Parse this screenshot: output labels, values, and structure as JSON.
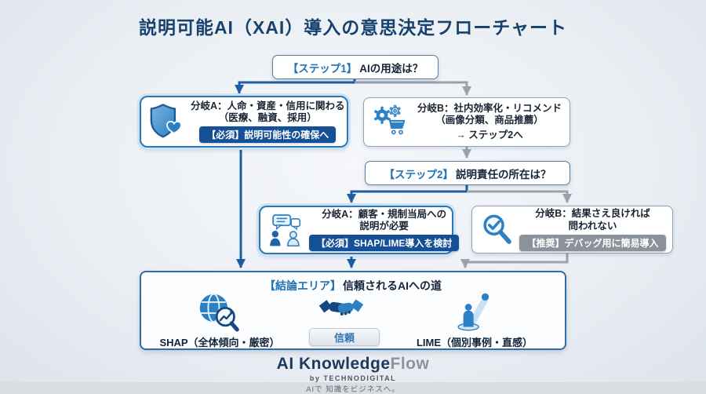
{
  "title": "説明可能AI（XAI）導入の意思決定フローチャート",
  "colors": {
    "title_navy": "#17426e",
    "accent_blue": "#2173b1",
    "badge_blue": "#155096",
    "badge_gray": "#8c929b",
    "box_border_blue": "#2979b8",
    "box_border_gray": "#93a2b2",
    "connector_blue": "#1e5d9e",
    "connector_gray": "#9aa3ad",
    "icon_blue": "#2e80c4",
    "icon_dark_blue": "#16477e"
  },
  "step1": {
    "tag": "【ステップ1】",
    "question": "AIの用途は？"
  },
  "branch_a1": {
    "line1": "分岐A：人命・資産・信用に関わる",
    "line2": "（医療、融資、採用）",
    "badge": "【必須】説明可能性の確保へ",
    "icon": "shield-heart-icon"
  },
  "branch_b1": {
    "line1": "分岐B：社内効率化・リコメンド",
    "line2": "（画像分類、商品推薦）",
    "line3": "→ ステップ2へ",
    "icon": "gears-cart-icon"
  },
  "step2": {
    "tag": "【ステップ2】",
    "question": "説明責任の所在は？"
  },
  "branch_a2": {
    "line1": "分岐A：顧客・規制当局への",
    "line2": "説明が必要",
    "badge": "【必須】SHAP/LIME導入を検討",
    "icon": "chat-people-icon"
  },
  "branch_b2": {
    "line1": "分岐B：結果さえ良ければ",
    "line2": "問われない",
    "badge": "【推奨】デバッグ用に簡易導入",
    "icon": "magnifier-check-icon"
  },
  "conclusion": {
    "tag": "【結論エリア】",
    "title": "信頼されるAIへの道",
    "shap_label": "SHAP（全体傾向・厳密）",
    "trust_label": "信頼",
    "lime_label": "LIME（個別事例・直感）",
    "shap_icon": "globe-search-icon",
    "trust_icon": "handshake-icon",
    "lime_icon": "person-spotlight-icon"
  },
  "footer": {
    "brand_primary": "AI Knowledge",
    "brand_secondary": "Flow",
    "byline": "by TECHNODIGITAL",
    "tagline": "AIで 知識をビジネスへ。"
  }
}
